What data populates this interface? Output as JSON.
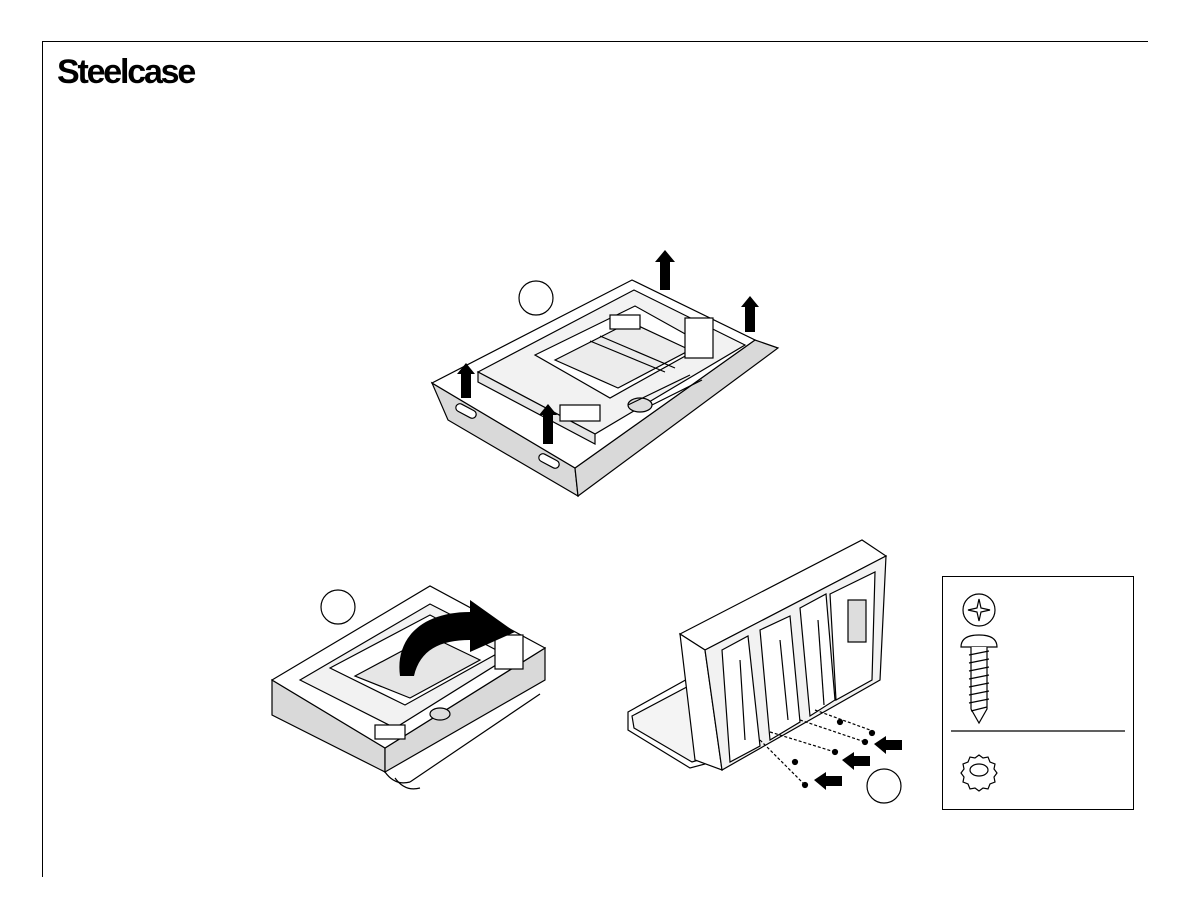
{
  "header": {
    "brand": "Steelcase"
  },
  "steps": [
    {
      "id": "step-a",
      "action": "lift-drawer-up",
      "arrows": "up"
    },
    {
      "id": "step-b",
      "action": "flip-drawer-over",
      "arrows": "curved"
    },
    {
      "id": "step-c",
      "action": "attach-screws",
      "arrows": "left"
    }
  ],
  "hardware": [
    {
      "icon": "phillips-screw-icon"
    },
    {
      "icon": "star-lock-washer-icon"
    }
  ]
}
